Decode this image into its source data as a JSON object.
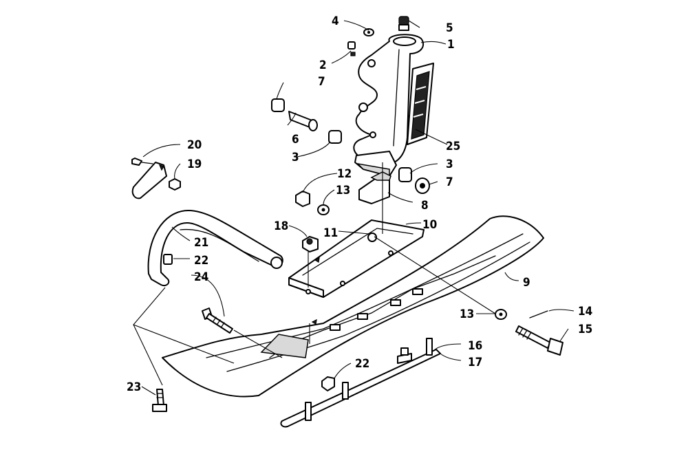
{
  "callouts": {
    "c1": "1",
    "c2": "2",
    "c3a": "3",
    "c3b": "3",
    "c4": "4",
    "c5": "5",
    "c6": "6",
    "c7a": "7",
    "c7b": "7",
    "c8": "8",
    "c9": "9",
    "c10": "10",
    "c11": "11",
    "c12": "12",
    "c13a": "13",
    "c13b": "13",
    "c14": "14",
    "c15": "15",
    "c16": "16",
    "c17": "17",
    "c18": "18",
    "c19": "19",
    "c20": "20",
    "c21": "21",
    "c22a": "22",
    "c22b": "22",
    "c23": "23",
    "c24": "24",
    "c25": "25"
  },
  "colors": {
    "line": "#000000",
    "background": "#ffffff",
    "shade": "#d9d9d9"
  }
}
